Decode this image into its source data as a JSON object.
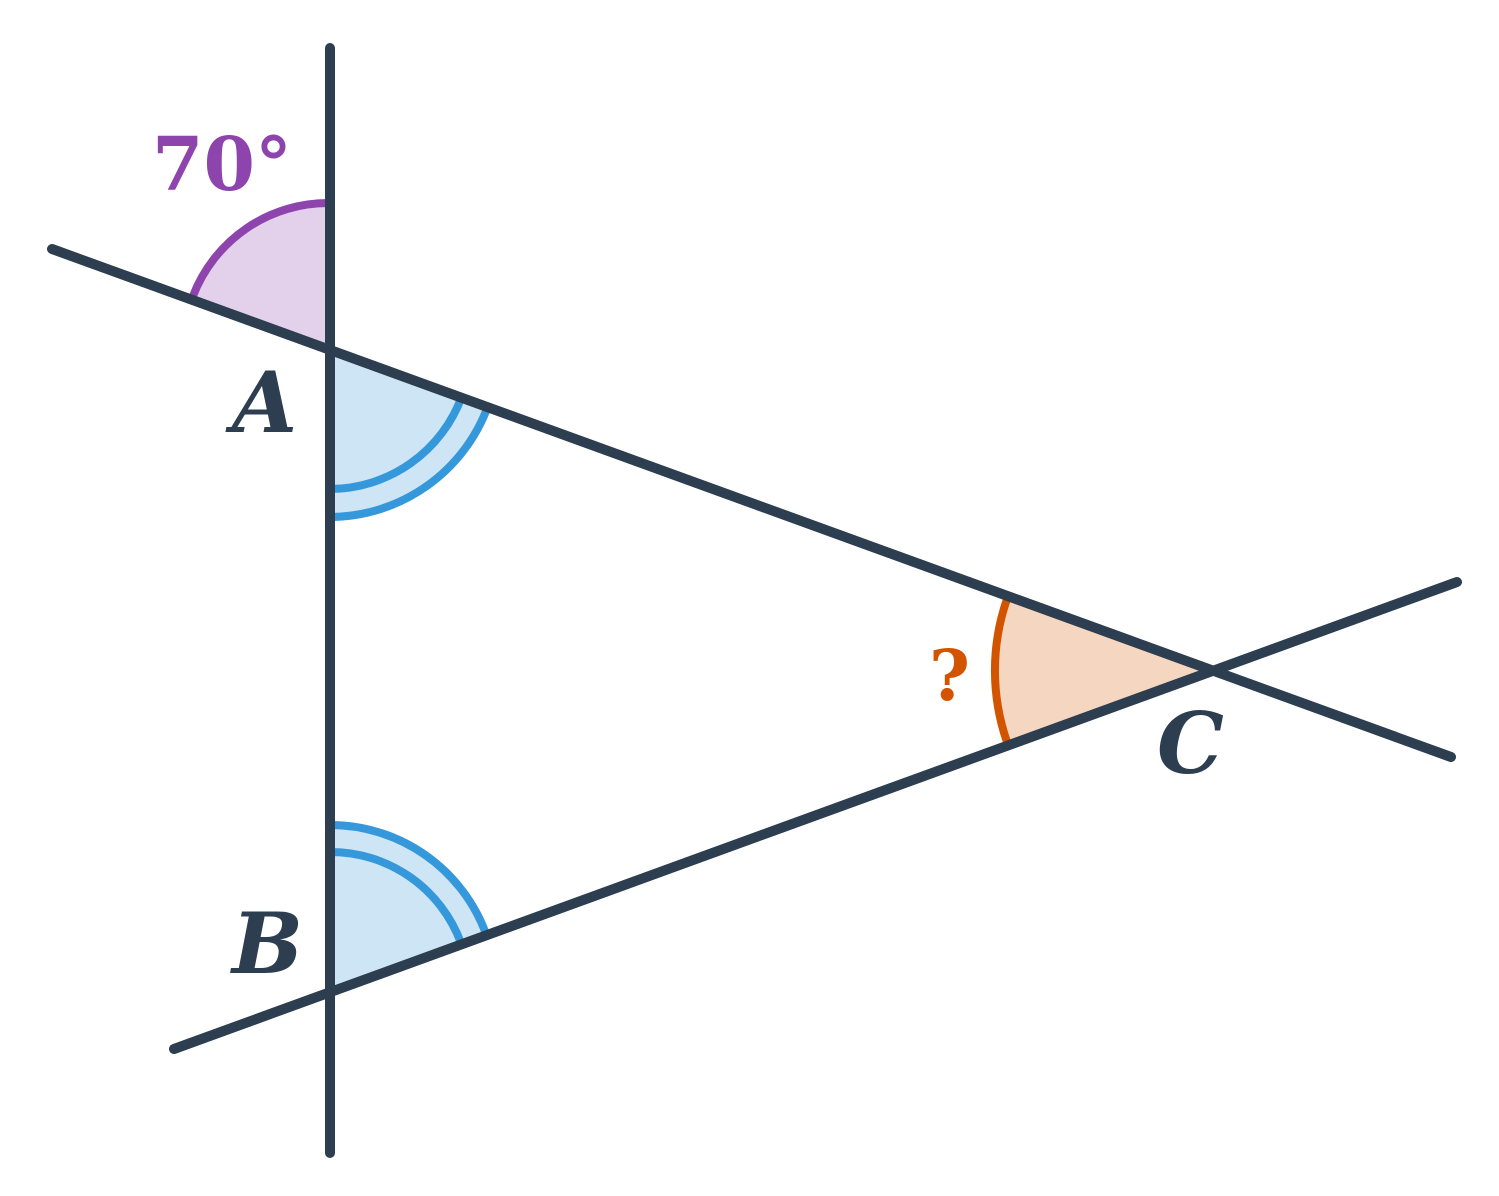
{
  "figure": {
    "colors": {
      "line": "#2c3e50",
      "given_angle_stroke": "#8e44ad",
      "given_angle_fill": "#e3d0eb",
      "equal_angle_stroke": "#3498db",
      "equal_angle_fill": "#cde5f4",
      "unknown_angle_stroke": "#d35400",
      "unknown_angle_fill": "#f5d6c0"
    },
    "labels": {
      "vertex_a": "A",
      "vertex_b": "B",
      "vertex_c": "C",
      "given_angle": "70°",
      "unknown_angle": "?"
    }
  }
}
